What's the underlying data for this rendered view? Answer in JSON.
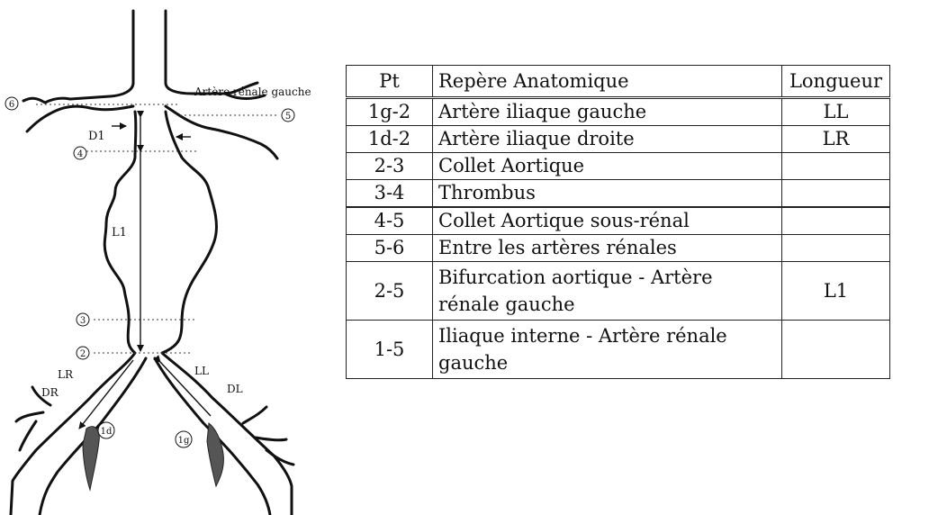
{
  "diagram": {
    "label_renal_left": "Artère rénale gauche",
    "label_D1": "D1",
    "label_L1": "L1",
    "label_LR": "LR",
    "label_LL": "LL",
    "label_DR": "DR",
    "label_DL": "DL",
    "points": {
      "p6": "6",
      "p5": "5",
      "p4": "4",
      "p3": "3",
      "p2": "2",
      "p1d": "1d",
      "p1g": "1g"
    }
  },
  "table": {
    "headers": [
      "Pt",
      "Repère Anatomique",
      "Longueur"
    ],
    "rows": [
      {
        "pt": "1g-2",
        "label": "Artère iliaque gauche",
        "length": "LL"
      },
      {
        "pt": "1d-2",
        "label": "Artère iliaque droite",
        "length": "LR"
      },
      {
        "pt": "2-3",
        "label": "Collet Aortique",
        "length": ""
      },
      {
        "pt": "3-4",
        "label": "Thrombus",
        "length": ""
      },
      {
        "pt": "4-5",
        "label": "Collet Aortique sous-rénal",
        "length": ""
      },
      {
        "pt": "5-6",
        "label": "Entre les artères rénales",
        "length": ""
      },
      {
        "pt": "2-5",
        "label": "Bifurcation aortique - Artère rénale gauche",
        "length": "L1"
      },
      {
        "pt": "1-5",
        "label": "Iliaque interne - Artère rénale gauche",
        "length": ""
      }
    ]
  }
}
